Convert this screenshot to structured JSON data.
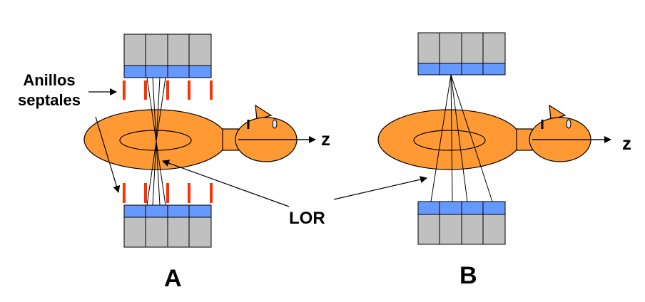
{
  "labels": {
    "septal_rings_line1": "Anillos",
    "septal_rings_line2": "septales",
    "lor": "LOR",
    "axis_a": "z",
    "axis_b": "z",
    "panel_a": "A",
    "panel_b": "B"
  },
  "colors": {
    "detector_gray": "#c0c0c0",
    "crystal_blue": "#6699ff",
    "septa_red": "#ff3300",
    "patient_orange": "#ff9933",
    "outline": "#000000",
    "eye_fill": "#d8e4f0"
  }
}
